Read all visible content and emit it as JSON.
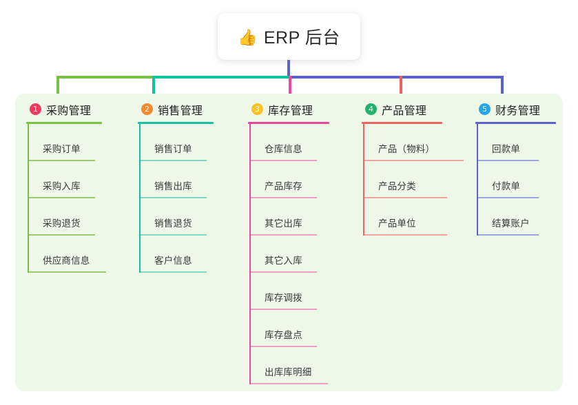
{
  "root": {
    "icon": "thumbs-up-icon",
    "icon_glyph": "👍",
    "title": "ERP 后台"
  },
  "palette": {
    "panel_bg": "#eef8e9",
    "page_bg": "#ffffff",
    "stem": "#5b62c8",
    "badge_1": "#f03a5f",
    "badge_2": "#f5892b",
    "badge_3": "#f7c325",
    "badge_4": "#21b36b",
    "badge_5": "#24a7e8"
  },
  "connectors": {
    "stem_color": "#5b62c8",
    "bus_segments": [
      {
        "name": "bus-segment-green",
        "color": "#7ac143"
      },
      {
        "name": "bus-segment-teal",
        "color": "#12c2a2"
      },
      {
        "name": "bus-segment-indigo",
        "color": "#5b62c8"
      }
    ],
    "drops": [
      {
        "name": "drop-purchase",
        "color": "#7ac143"
      },
      {
        "name": "drop-sales",
        "color": "#12c2a2"
      },
      {
        "name": "drop-inventory",
        "color": "#ec4899"
      },
      {
        "name": "drop-product",
        "color": "#f0625f"
      },
      {
        "name": "drop-finance",
        "color": "#5b62c8"
      }
    ]
  },
  "columns": [
    {
      "number": "1",
      "title": "采购管理",
      "badge_color": "#f03a5f",
      "line_color": "#7ac143",
      "leaf_color": "#9ccc6a",
      "items": [
        "采购订单",
        "采购入库",
        "采购退货",
        "供应商信息"
      ]
    },
    {
      "number": "2",
      "title": "销售管理",
      "badge_color": "#f5892b",
      "line_color": "#12c2a2",
      "leaf_color": "#7fd8c8",
      "items": [
        "销售订单",
        "销售出库",
        "销售退货",
        "客户信息"
      ]
    },
    {
      "number": "3",
      "title": "库存管理",
      "badge_color": "#f7c325",
      "line_color": "#ec4899",
      "leaf_color": "#f09ec4",
      "items": [
        "仓库信息",
        "产品库存",
        "其它出库",
        "其它入库",
        "库存调拨",
        "库存盘点",
        "出库库明细"
      ]
    },
    {
      "number": "4",
      "title": "产品管理",
      "badge_color": "#21b36b",
      "line_color": "#f0625f",
      "leaf_color": "#f4a3a0",
      "items": [
        "产品（物料）",
        "产品分类",
        "产品单位"
      ]
    },
    {
      "number": "5",
      "title": "财务管理",
      "badge_color": "#24a7e8",
      "line_color": "#5b62c8",
      "leaf_color": "#9aa7df",
      "items": [
        "回款单",
        "付款单",
        "结算账户"
      ]
    }
  ]
}
